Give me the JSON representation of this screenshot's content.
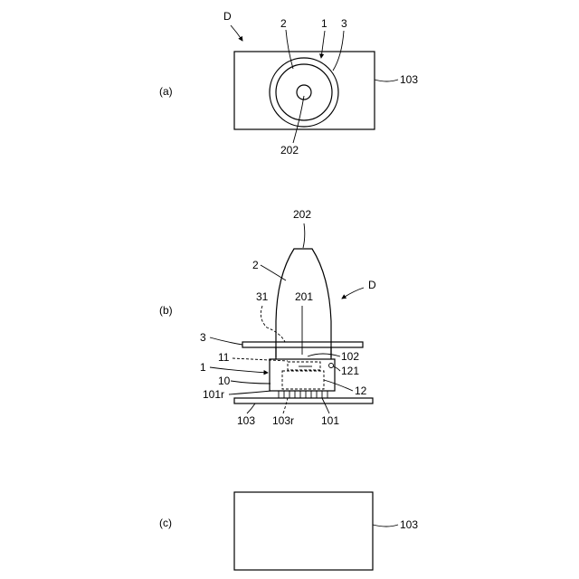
{
  "panels": {
    "a": {
      "label": "(a)"
    },
    "b": {
      "label": "(b)"
    },
    "c": {
      "label": "(c)"
    }
  },
  "labels_a": {
    "D": "D",
    "n2": "2",
    "n1": "1",
    "n3": "3",
    "n103": "103",
    "n202": "202"
  },
  "labels_b": {
    "n202": "202",
    "n2": "2",
    "D": "D",
    "n31": "31",
    "n201": "201",
    "n3": "3",
    "n102": "102",
    "n11": "11",
    "n1": "1",
    "n121": "121",
    "n10": "10",
    "n12": "12",
    "n101r": "101r",
    "n103": "103",
    "n103r": "103r",
    "n101": "101"
  },
  "labels_c": {
    "n103": "103"
  }
}
